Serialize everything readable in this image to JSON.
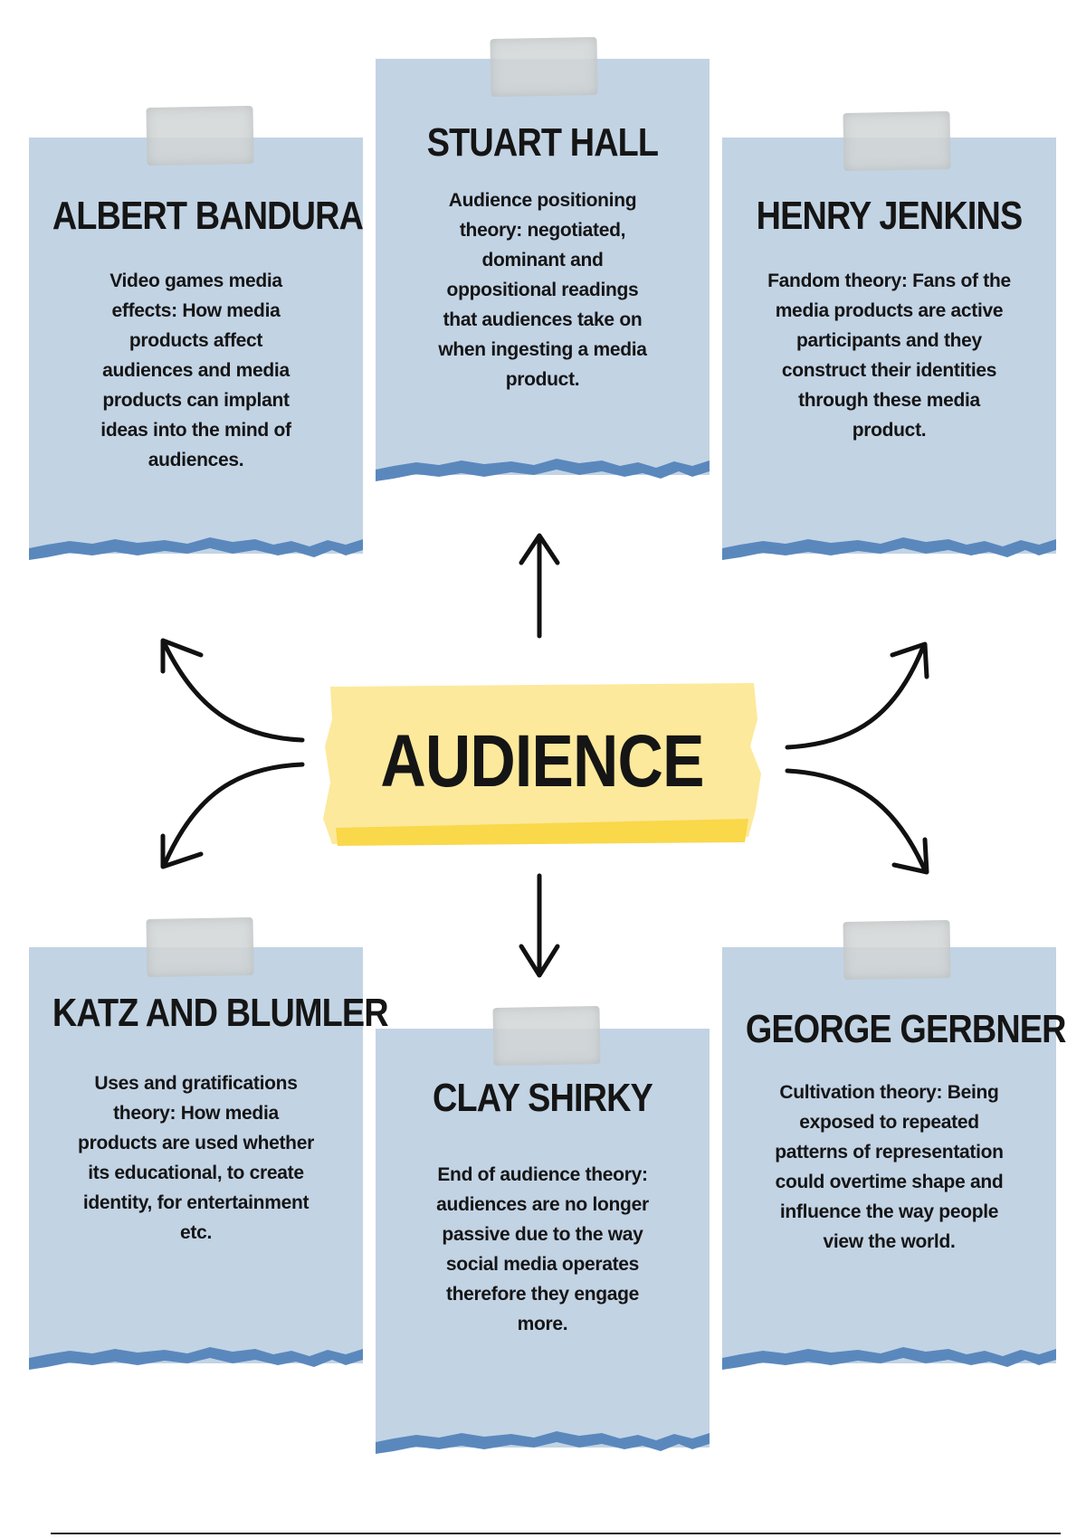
{
  "center": {
    "label": "AUDIENCE"
  },
  "theorists": [
    {
      "name": "ALBERT BANDURA",
      "text": "Video games media effects: How media products affect audiences and media products can implant ideas into the mind of audiences."
    },
    {
      "name": "STUART HALL",
      "text": "Audience positioning theory: negotiated, dominant and oppositional readings that audiences take on when ingesting a media product."
    },
    {
      "name": "HENRY JENKINS",
      "text": "Fandom theory: Fans of the media products are active participants and they construct their identities through these media product."
    },
    {
      "name": "KATZ AND BLUMLER",
      "text": "Uses and gratifications theory: How media products are used whether its educational, to create identity, for entertainment etc."
    },
    {
      "name": "CLAY SHIRKY",
      "text": "End of audience theory: audiences are no longer passive due to the way social media operates therefore they engage more."
    },
    {
      "name": "GEORGE GERBNER",
      "text": "Cultivation theory: Being exposed to repeated patterns of representation could overtime shape and influence the way people view the world."
    }
  ],
  "colors": {
    "card": "#c2d3e4",
    "wave": "#5a88bd",
    "banner": "#fde99c",
    "banner_edge": "#f9d84a"
  }
}
